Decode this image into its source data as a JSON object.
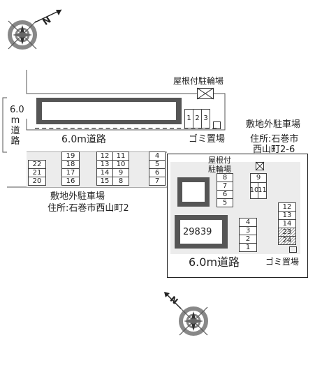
{
  "compass_top": {
    "direction_label": "N"
  },
  "compass_bottom": {
    "direction_label": "N"
  },
  "roads": {
    "top_horizontal": "6.0m道路",
    "left_vertical_chars": [
      "6.0",
      "m",
      "道",
      "路"
    ],
    "bottom_right": "6.0m道路"
  },
  "labels": {
    "bike_shelter_top": "屋根付駐輪場",
    "garbage_top": "ゴミ置場",
    "offsite_parking_right_title": "敷地外駐車場",
    "offsite_parking_right_addr1": "住所:石巻市",
    "offsite_parking_right_addr2": "西山町2-6",
    "bike_shelter_right_1": "屋根付",
    "bike_shelter_right_2": "駐輪場",
    "offsite_parking_left_title": "敷地外駐車場",
    "offsite_parking_left_addr": "住所:石巻市西山町2",
    "garbage_right": "ゴミ置場",
    "building_number": "29839"
  },
  "spaces": {
    "top_building_side": [
      "1",
      "2",
      "3"
    ],
    "left_col_a": [
      "22",
      "21",
      "20"
    ],
    "left_col_b": [
      "19",
      "18",
      "17",
      "16"
    ],
    "left_col_c": [
      "12",
      "13",
      "14",
      "15"
    ],
    "left_col_d": [
      "11",
      "10",
      "9",
      "8"
    ],
    "left_col_e": [
      "4",
      "5",
      "6",
      "7"
    ],
    "right_col_mid": [
      "8",
      "7",
      "6",
      "5"
    ],
    "right_bike": [
      "9",
      "10",
      "11"
    ],
    "right_col_low": [
      "4",
      "3",
      "2",
      "1"
    ],
    "right_col_edge": [
      "12",
      "13",
      "14",
      "23",
      "24"
    ]
  }
}
